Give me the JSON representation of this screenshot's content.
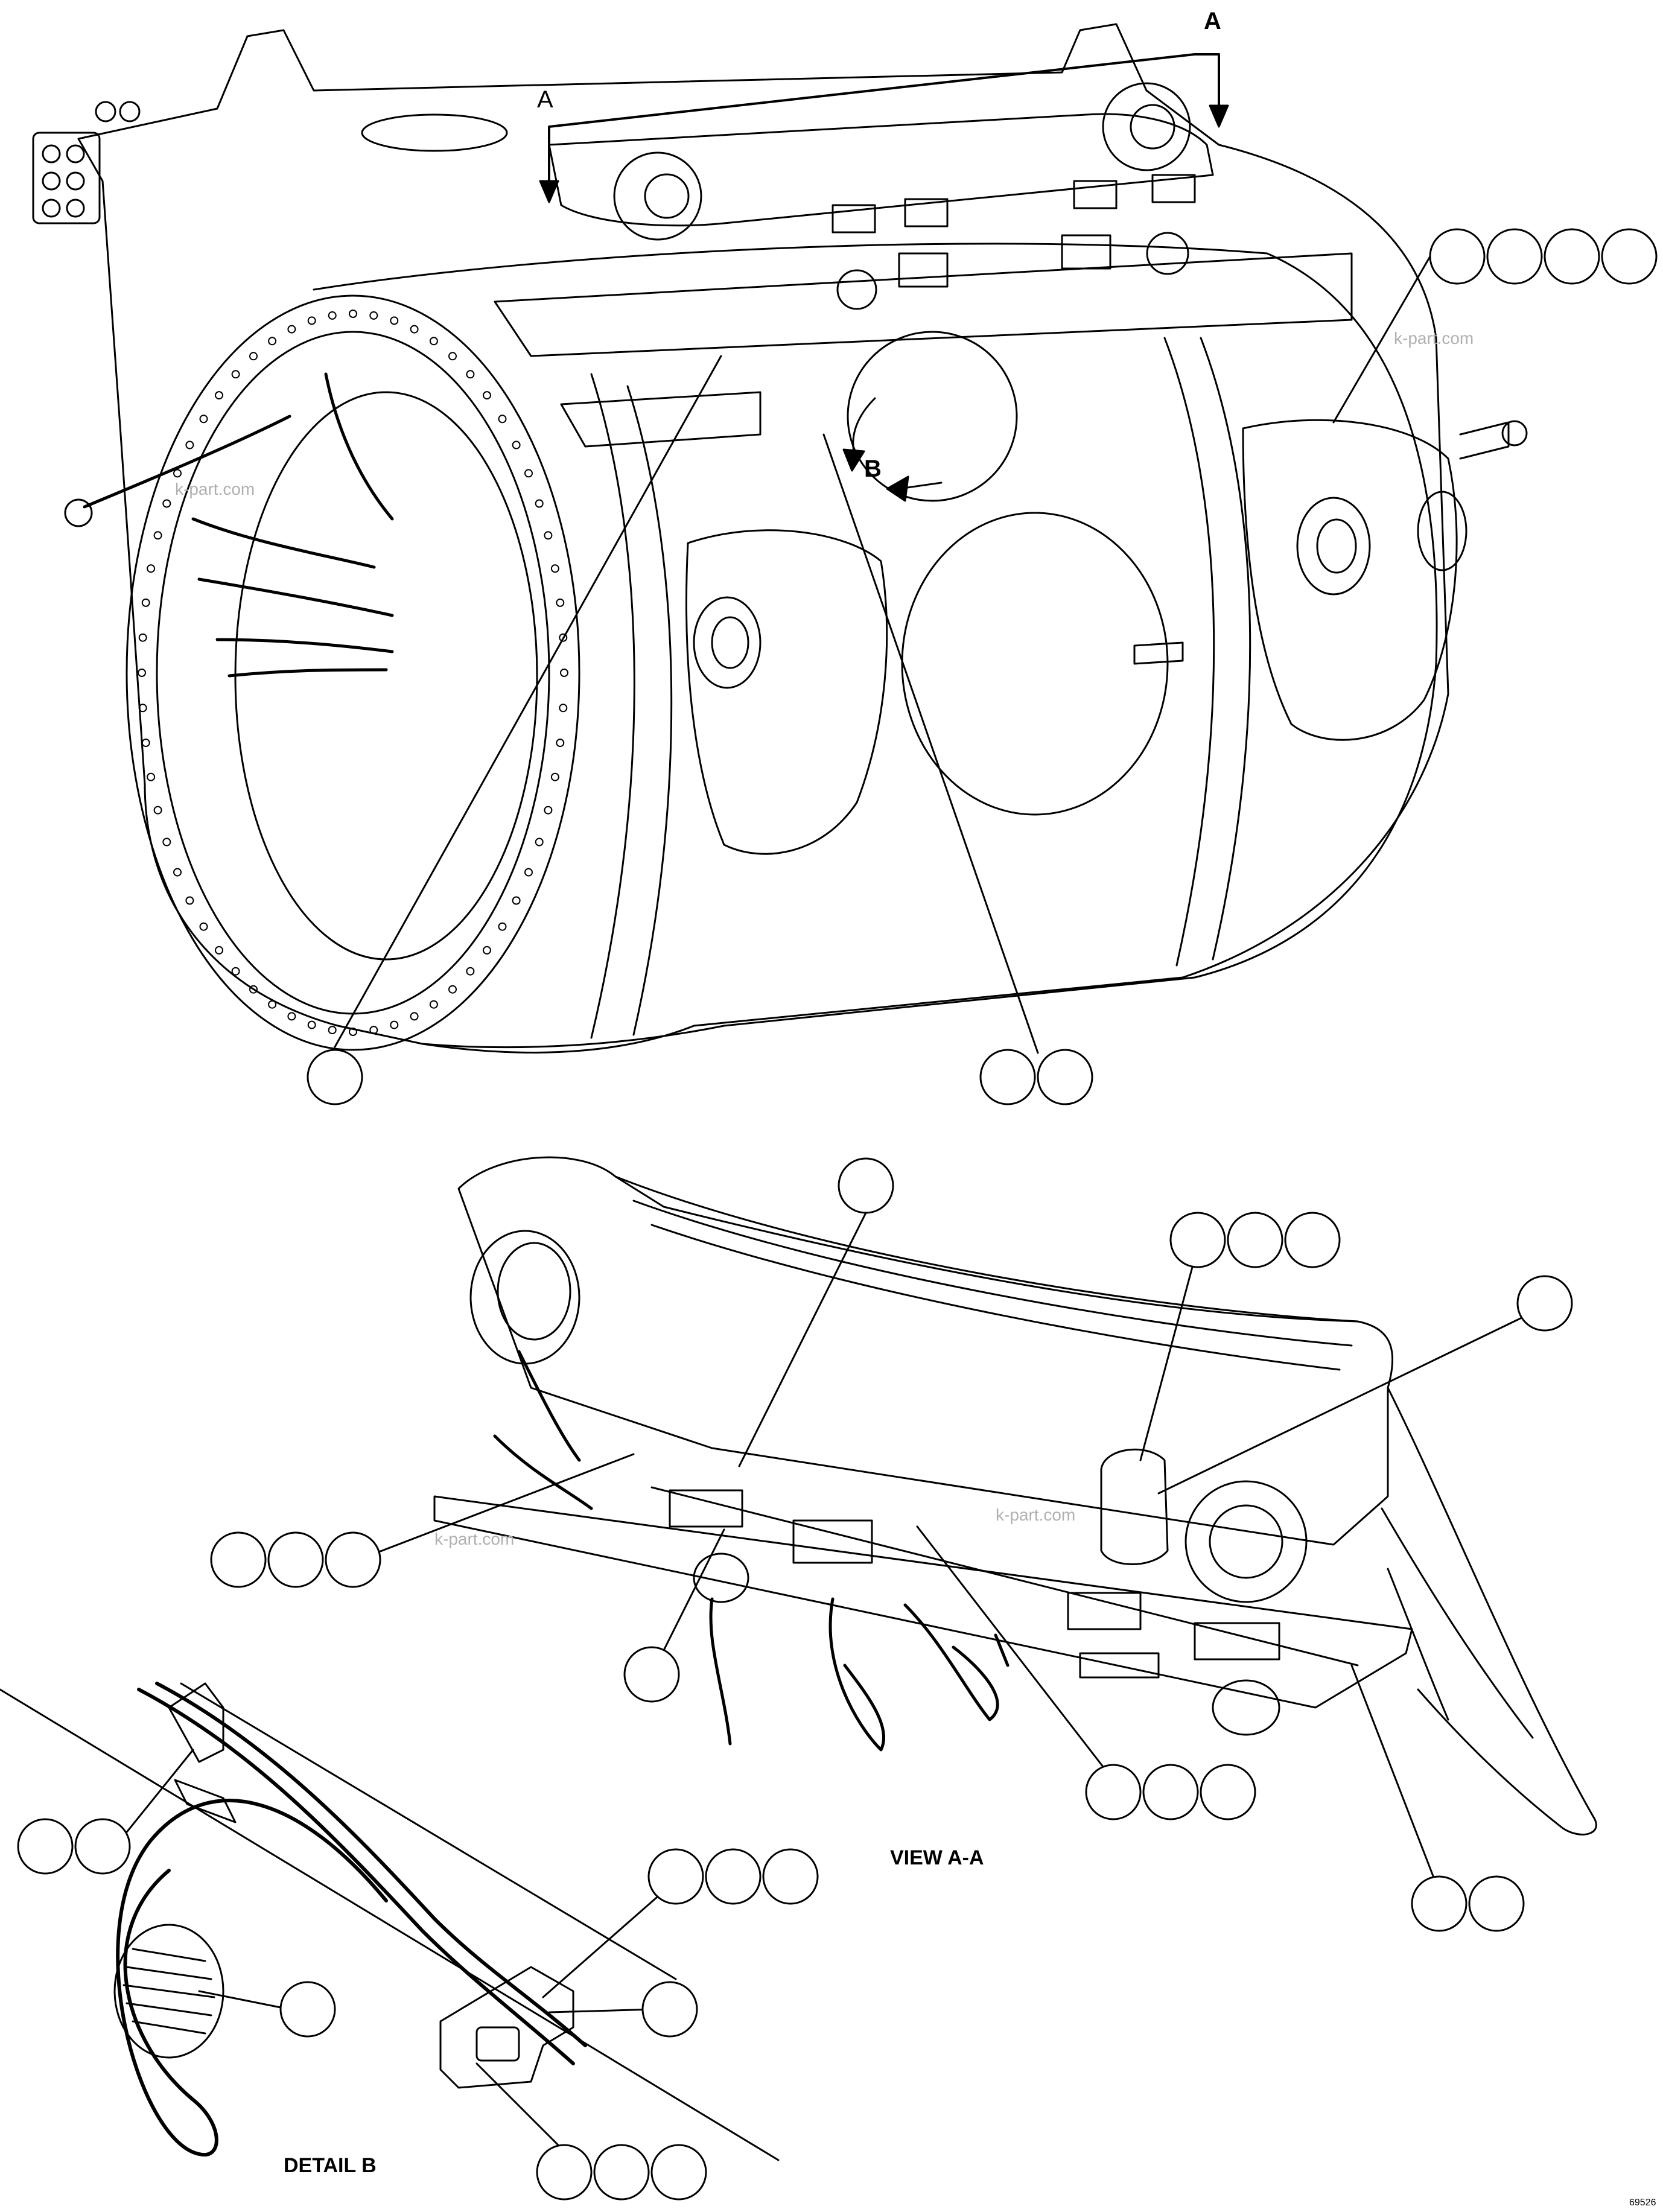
{
  "view_markers": {
    "section_letter_top": "A",
    "section_letter_left": "A",
    "detail_letter": "B"
  },
  "captions": {
    "view_aa": "VIEW A-A",
    "detail_b": "DETAIL B"
  },
  "watermark": "k-part.com",
  "sheet_code": "69526",
  "callout_groups": [
    {
      "group": "main-view-left",
      "bubbles": 1
    },
    {
      "group": "main-view-center",
      "bubbles": 2
    },
    {
      "group": "main-view-top-right",
      "bubbles": 4
    },
    {
      "group": "view-aa-top",
      "bubbles": 1
    },
    {
      "group": "view-aa-top-right",
      "bubbles": 3
    },
    {
      "group": "view-aa-right",
      "bubbles": 1
    },
    {
      "group": "view-aa-left",
      "bubbles": 3
    },
    {
      "group": "view-aa-lower-left",
      "bubbles": 1
    },
    {
      "group": "view-aa-bottom-center",
      "bubbles": 3
    },
    {
      "group": "view-aa-bottom-right",
      "bubbles": 2
    },
    {
      "group": "detail-b-left",
      "bubbles": 2
    },
    {
      "group": "detail-b-spring",
      "bubbles": 1
    },
    {
      "group": "detail-b-top-right",
      "bubbles": 3
    },
    {
      "group": "detail-b-right",
      "bubbles": 1
    },
    {
      "group": "detail-b-bottom",
      "bubbles": 3
    }
  ],
  "colors": {
    "line": "#000000",
    "paper": "#ffffff",
    "watermark": "#b0b0b0"
  }
}
